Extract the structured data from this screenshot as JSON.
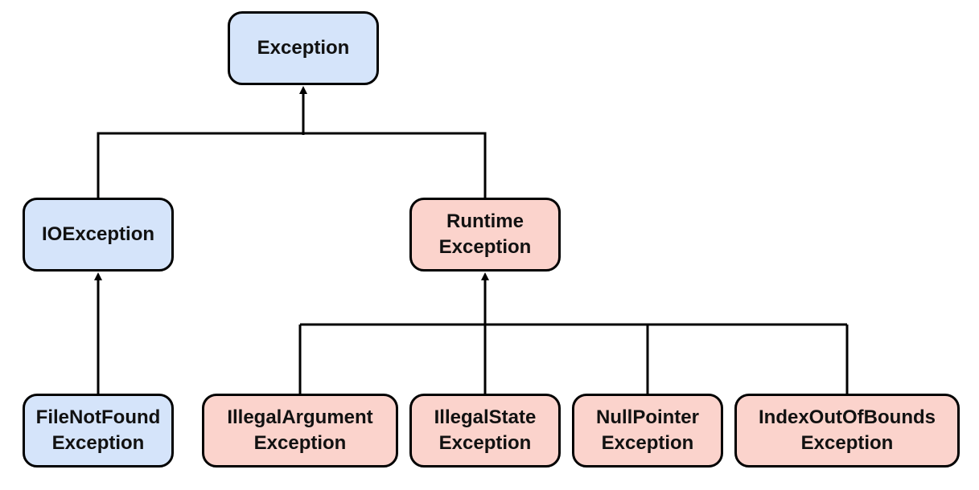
{
  "colors": {
    "checked_fill": "#d5e4fa",
    "unchecked_fill": "#fbd3cc",
    "stroke": "#000000"
  },
  "nodes": {
    "exception": "Exception",
    "io_exception": "IOException",
    "runtime_exception": "Runtime\nException",
    "file_not_found": "FileNotFound\nException",
    "illegal_argument": "IllegalArgument\nException",
    "illegal_state": "IllegalState\nException",
    "null_pointer": "NullPointer\nException",
    "index_out_of_bounds": "IndexOutOfBounds\nException"
  }
}
